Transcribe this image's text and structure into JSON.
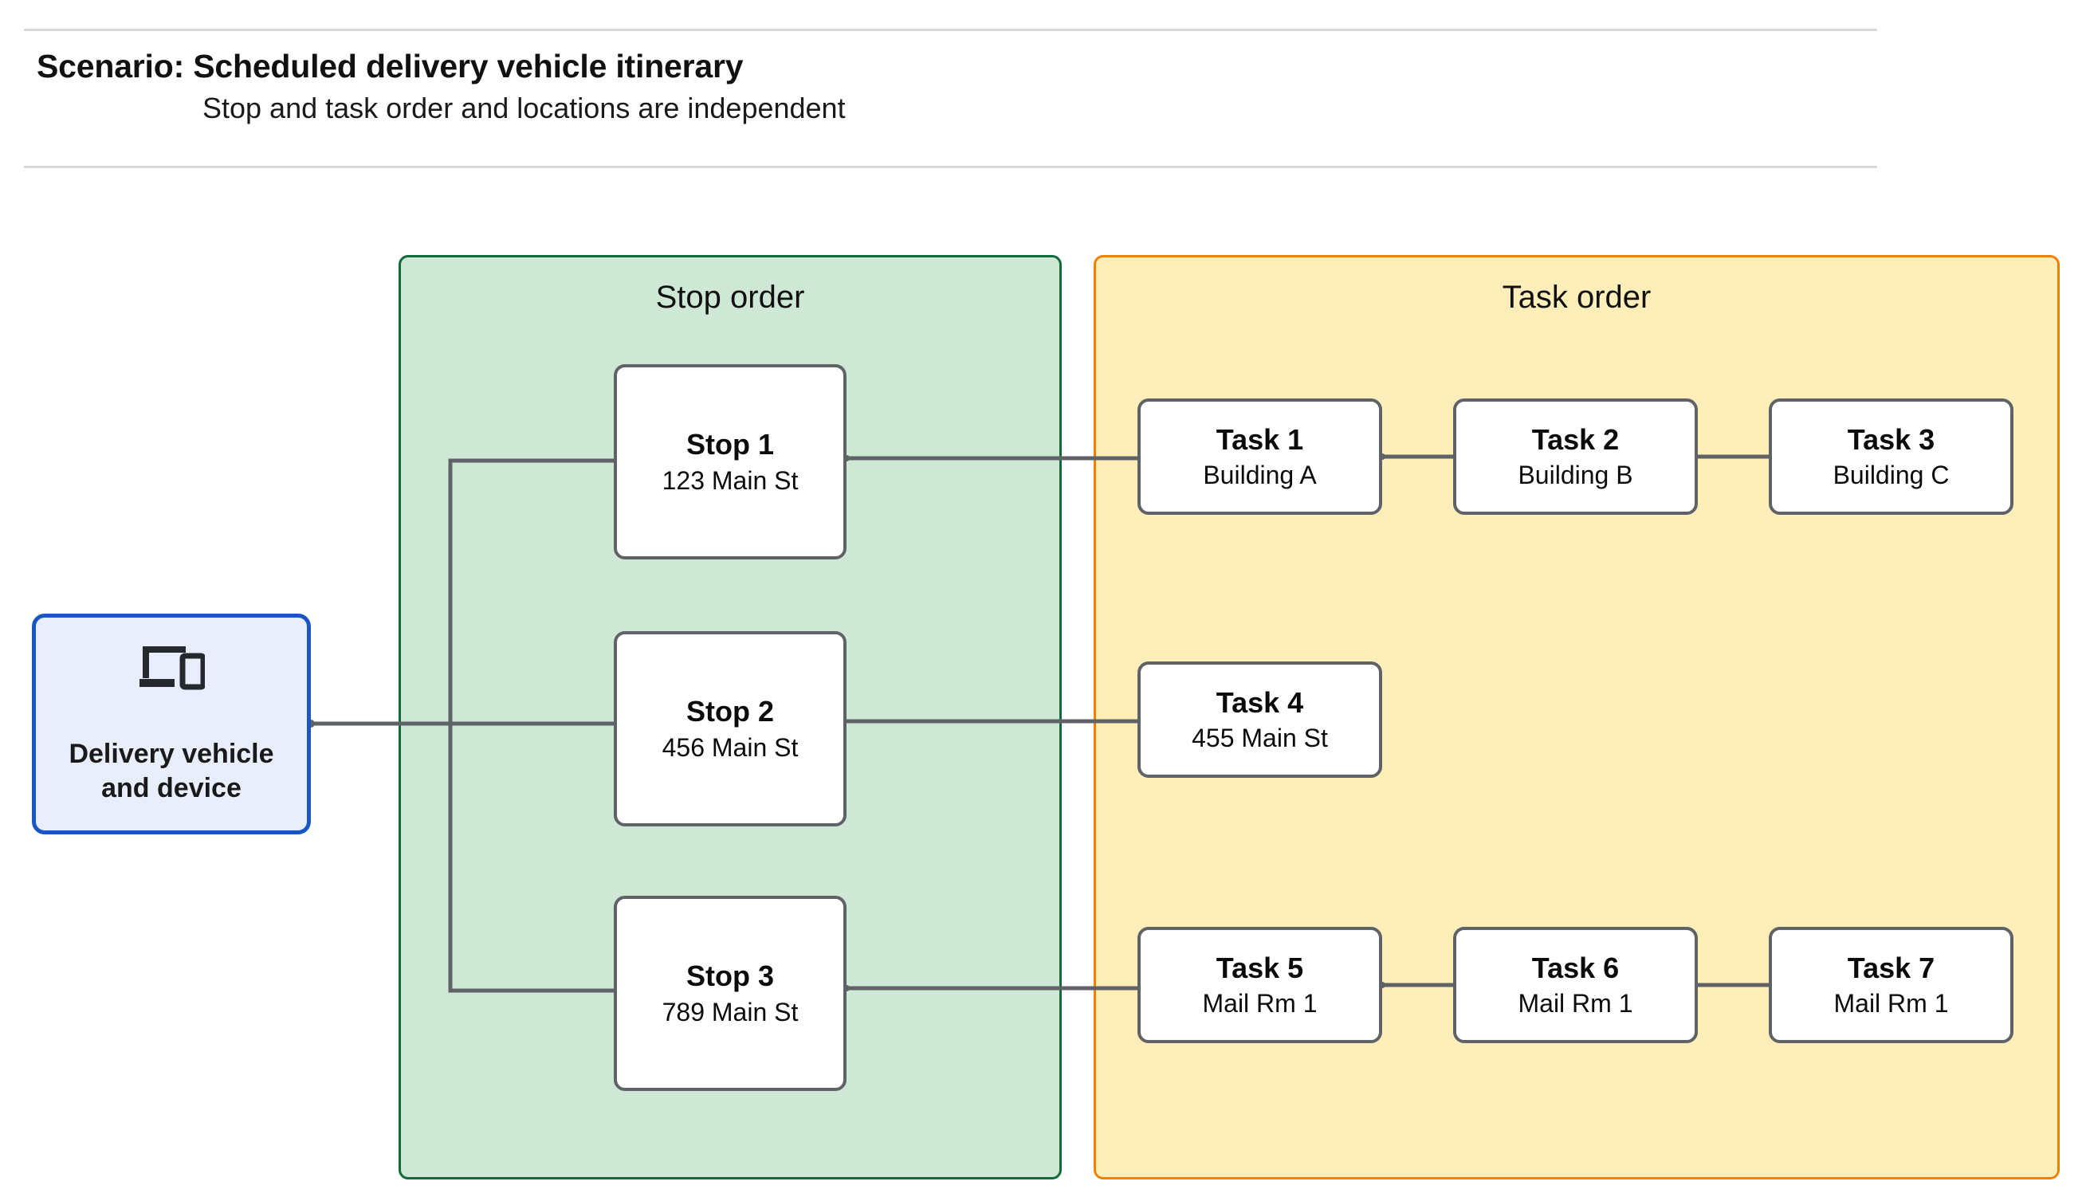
{
  "header": {
    "title": "Scenario: Scheduled delivery vehicle itinerary",
    "subtitle": "Stop and task order and locations are independent"
  },
  "vehicle": {
    "icon": "devices-icon",
    "label": "Delivery vehicle\nand device",
    "fill_color": "#e8eefc",
    "border_color": "#1a56c4"
  },
  "stop_group": {
    "title": "Stop order",
    "fill_color": "#cfe8d5",
    "border_color": "#13693a",
    "stops": [
      {
        "title": "Stop 1",
        "address": "123 Main St"
      },
      {
        "title": "Stop 2",
        "address": "456 Main St"
      },
      {
        "title": "Stop 3",
        "address": "789 Main St"
      }
    ]
  },
  "task_group": {
    "title": "Task order",
    "fill_color": "#fdeeba",
    "border_color": "#f08000",
    "rows": [
      {
        "tasks": [
          {
            "title": "Task 1",
            "location": "Building A"
          },
          {
            "title": "Task 2",
            "location": "Building B"
          },
          {
            "title": "Task 3",
            "location": "Building C"
          }
        ]
      },
      {
        "tasks": [
          {
            "title": "Task 4",
            "location": "455 Main St"
          }
        ]
      },
      {
        "tasks": [
          {
            "title": "Task 5",
            "location": "Mail Rm 1"
          },
          {
            "title": "Task 6",
            "location": "Mail Rm 1"
          },
          {
            "title": "Task 7",
            "location": "Mail Rm 1"
          }
        ]
      }
    ]
  },
  "colors": {
    "node_border": "#5f6368",
    "node_fill": "#ffffff",
    "connector": "#5f6368",
    "rule": "#d9d9d9"
  }
}
